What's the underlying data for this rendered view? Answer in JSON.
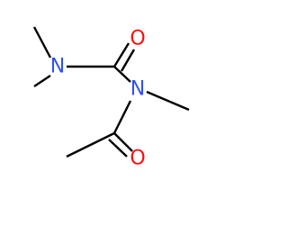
{
  "molecule": {
    "atoms": {
      "n1": {
        "label": "N",
        "color": "#3050F8"
      },
      "n2": {
        "label": "N",
        "color": "#3050F8"
      },
      "o1": {
        "label": "O",
        "color": "#FF0D0D"
      },
      "o2": {
        "label": "O",
        "color": "#FF0D0D"
      }
    },
    "bond_color": "#000000"
  }
}
